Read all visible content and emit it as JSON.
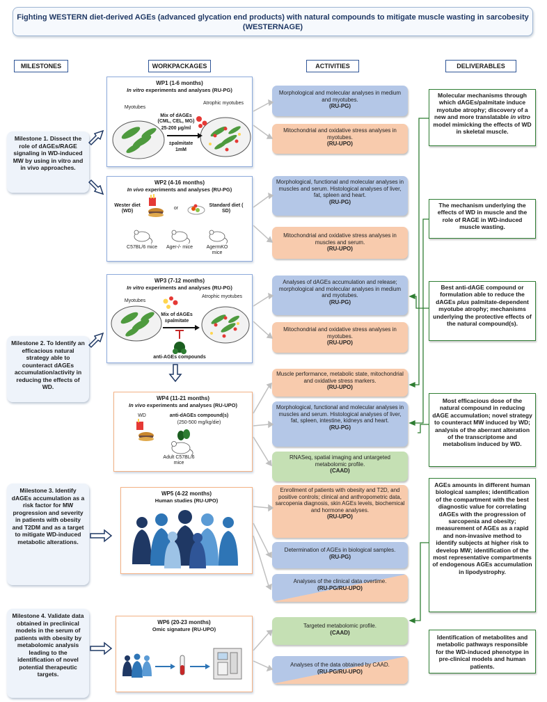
{
  "title": {
    "line1": "Fighting WESTERN diet-derived AGEs (advanced glycation end products) with natural compounds to mitigate muscle wasting in sarcobesity",
    "line2": "(WESTERNAGE)"
  },
  "columns": {
    "milestones": "MILESTONES",
    "workpackages": "WORKPACKAGES",
    "activities": "ACTIVITIES",
    "deliverables": "DELIVERABLES"
  },
  "milestones": [
    "Milestone 1. Dissect the role of dAGEs/RAGE signaling in WD-induced MW by using in vitro and in vivo approaches.",
    "Milestone 2. To Identify an efficacious natural strategy able to counteract dAGEs accumulation/activity in reducing the effects of WD.",
    "Milestone 3. Identify dAGEs accumulation as a risk factor for MW progression and severity in patients with obesity and T2DM and as a target to mitigate WD-induced metabolic alterations.",
    "Milestone 4. Validate data obtained in preclinical models in the serum of patients with obesity by metabolomic analysis leading to the identification of novel potential therapeutic targets."
  ],
  "workpackages": [
    {
      "title": "WP1  (1-6 months)",
      "subtitle_italic": "In vitro",
      "subtitle_rest": " experiments and analyses (RU-PG)",
      "labels": {
        "left": "Myotubes",
        "right": "Atrophic myotubes",
        "mix": "Mix of dAGEs (CML, CEL, MG)",
        "dose": "25-200 μg/ml",
        "palm": "±palmitate",
        "palm_dose": "1mM"
      }
    },
    {
      "title": "WP2  (4-16 months)",
      "subtitle_italic": "In vivo",
      "subtitle_rest": " experiments and analyses (RU-PG)",
      "labels": {
        "wd": "Wester diet (WD)",
        "or": "or",
        "sd": "Standard diet ( SD)",
        "m1": "C57BL/6 mice",
        "m2": "Ager-/- mice",
        "m3": "AgermKO mice"
      }
    },
    {
      "title": "WP3  (7-12 months)",
      "subtitle_italic": "In vitro",
      "subtitle_rest": " experiments and analyses (RU-PG)",
      "labels": {
        "left": "Myotubes",
        "right": "Atrophic myotubes",
        "mix": "Mix of dAGEs",
        "palm": "±palmitate",
        "anti": "anti-AGEs compounds"
      }
    },
    {
      "title": "WP4  (11-21 months)",
      "subtitle_italic": "In vivo",
      "subtitle_rest": " experiments and analyses (RU-UPO)",
      "labels": {
        "wd": "WD",
        "anti": "anti-dAGEs compound(s)",
        "dose": "(250-500 mg/kg/die)",
        "mice": "Adult C57BL/6 mice"
      }
    },
    {
      "title": "WP5  (4-22 months)",
      "subtitle_italic": "",
      "subtitle_rest": "Human studies (RU-UPO)"
    },
    {
      "title": "WP6  (20-23 months)",
      "subtitle_italic": "",
      "subtitle_rest": "Omic signature (RU-UPO)"
    }
  ],
  "activities": [
    {
      "text": "Morphological and molecular analyses in medium and myotubes.",
      "unit": "(RU-PG)"
    },
    {
      "text": "Mitochondrial and oxidative stress analyses in myotubes.",
      "unit": "(RU-UPO)"
    },
    {
      "text": "Morphological, functional and molecular analyses in muscles and serum. Histological analyses of liver, fat, spleen and heart.",
      "unit": "(RU-PG)"
    },
    {
      "text": "Mitochondrial and oxidative stress analyses in muscles and serum.",
      "unit": "(RU-UPO)"
    },
    {
      "text": "Analyses of dAGEs accumulation and release; morphological and molecular analyses in medium and myotubes.",
      "unit": "(RU-PG)"
    },
    {
      "text": "Mitochondrial and oxidative stress analyses in myotubes.",
      "unit": "(RU-UPO)"
    },
    {
      "text": "Muscle performance, metabolic state, mitochondrial and oxidative stress markers.",
      "unit": "(RU-UPO)"
    },
    {
      "text": "Morphological, functional and molecular analyses in muscles and serum. Histological analyses of liver, fat, spleen, intestine, kidneys and heart.",
      "unit": "(RU-PG)"
    },
    {
      "text": "RNASeq, spatial imaging and untargeted metabolomic profile.",
      "unit": "(CAAD)"
    },
    {
      "text": "Enrollment of patients with obesity and T2D, and positive controls; clinical and anthropometric data, sarcopenia diagnosis, skin AGEs levels, biochemical and hormone analyses.",
      "unit": "(RU-UPO)"
    },
    {
      "text": "Determination of AGEs in biological samples.",
      "unit": "(RU-PG)"
    },
    {
      "text": "Analyses of the clinical data overtime.",
      "unit": "(RU-PG/RU-UPO)"
    },
    {
      "text": "Targeted metabolomic profile.",
      "unit": "(CAAD)"
    },
    {
      "text": "Analyses of the data obtained by CAAD.",
      "unit": "(RU-PG/RU-UPO)"
    }
  ],
  "deliverables": [
    "Molecular mechanisms through which dAGEs/palmitate induce myotube atrophy; discovery of a new and more translatable in vitro model mimicking the effects of WD in skeletal muscle.",
    "The mechanism underlying the effects of WD in muscle and the role of RAGE in WD-induced muscle wasting.",
    "Best anti-dAGE compound or formulation able to reduce the dAGEs plus palmitate-dependent myotube atrophy; mechanisms underlying the protective effects of the natural compound(s).",
    "Most efficacious dose of the natural compound in reducing dAGE accumulation; novel strategy to counteract MW induced by WD; analysis of the aberrant alteration of the transcriptome and metabolism induced by WD.",
    "AGEs amounts in different human biological samples; identification of the compartment with the best diagnostic value for correlating dAGEs with the progression of sarcopenia and obesity; measurement of AGEs as a rapid and non-invasive method to identify subjects at higher risk to develop MW; identification of the most representative compartments of endogenous AGEs accumulation in lipodystrophy.",
    "Identification of metabolites and metabolic pathways responsible for the WD-induced phenotype in pre-clinical models and human patients."
  ],
  "colors": {
    "blue": "#b4c7e7",
    "peach": "#f8cbad",
    "green": "#c5e0b4",
    "navy": "#1f3864",
    "delivGreen": "#2e7d32"
  }
}
